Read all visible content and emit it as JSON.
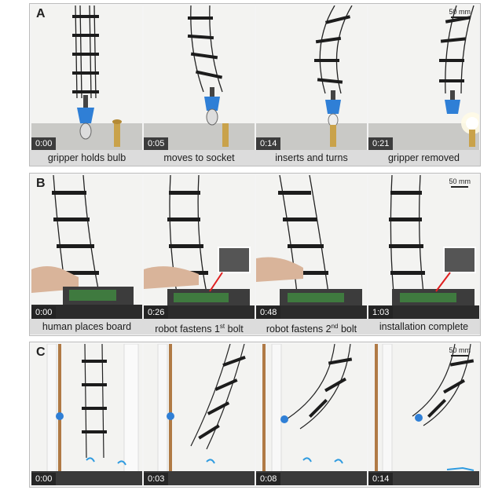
{
  "panels": [
    {
      "label": "A",
      "scalebar": "50 mm",
      "frames": [
        {
          "time": "0:00",
          "caption": "gripper holds bulb"
        },
        {
          "time": "0:05",
          "caption": "moves to socket"
        },
        {
          "time": "0:14",
          "caption": "inserts and turns"
        },
        {
          "time": "0:21",
          "caption": "gripper removed"
        }
      ]
    },
    {
      "label": "B",
      "scalebar": "50 mm",
      "frames": [
        {
          "time": "0:00",
          "caption": "human places board"
        },
        {
          "time": "0:26",
          "caption": "robot fastens 1st bolt"
        },
        {
          "time": "0:48",
          "caption": "robot fastens 2nd bolt"
        },
        {
          "time": "1:03",
          "caption": "installation complete"
        }
      ]
    },
    {
      "label": "C",
      "scalebar": "50 mm",
      "frames": [
        {
          "time": "0:00"
        },
        {
          "time": "0:03"
        },
        {
          "time": "0:08"
        },
        {
          "time": "0:14"
        }
      ]
    }
  ]
}
